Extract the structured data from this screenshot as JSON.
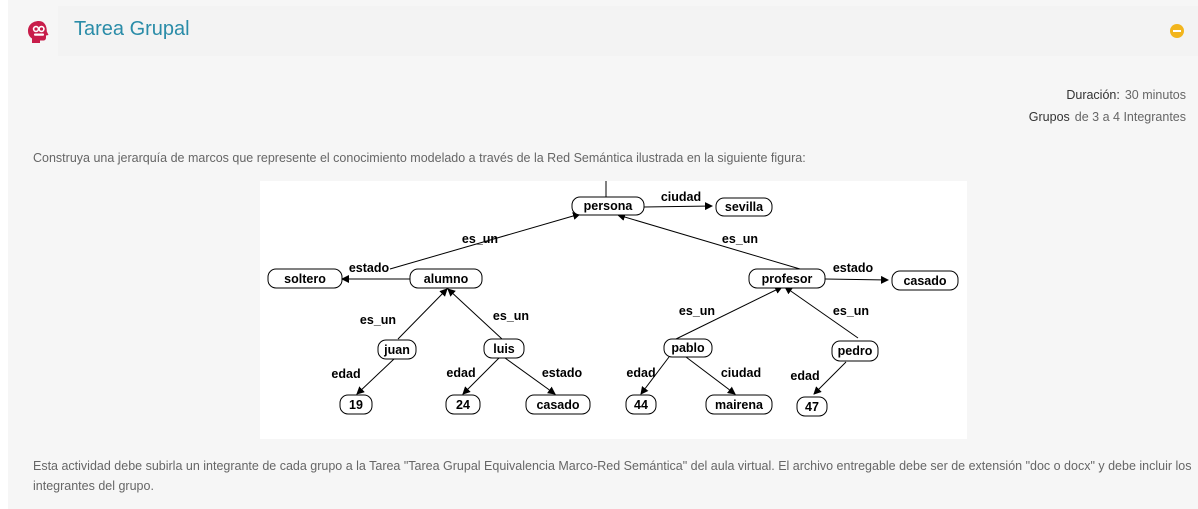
{
  "header": {
    "title": "Tarea Grupal",
    "logo_icon": "brain-icon",
    "collapse_icon": "minus-circle-icon",
    "accent": "#2a8ca8",
    "logo_color": "#c81d4a"
  },
  "meta": {
    "duracion_label": "Duración:",
    "duracion_value": "30 minutos",
    "grupos_label": "Grupos",
    "grupos_value": "de 3 a 4 Integrantes"
  },
  "intro": "Construya una jerarquía de marcos que represente el conocimiento modelado a través de la Red Semántica ilustrada en la siguiente figura:",
  "network": {
    "nodes": {
      "persona": "persona",
      "sevilla": "sevilla",
      "alumno": "alumno",
      "soltero": "soltero",
      "profesor": "profesor",
      "casado1": "casado",
      "juan": "juan",
      "luis": "luis",
      "pablo": "pablo",
      "pedro": "pedro",
      "n19": "19",
      "n24": "24",
      "casado2": "casado",
      "n44": "44",
      "mairena": "mairena",
      "n47": "47"
    },
    "edges": {
      "persona_sevilla": "ciudad",
      "alumno_persona": "es_un",
      "profesor_persona": "es_un",
      "alumno_soltero": "estado",
      "profesor_casado": "estado",
      "juan_alumno": "es_un",
      "luis_alumno": "es_un",
      "pablo_profesor": "es_un",
      "pedro_profesor": "es_un",
      "juan_19": "edad",
      "luis_24": "edad",
      "luis_casado": "estado",
      "pablo_44": "edad",
      "pablo_mairena": "ciudad",
      "pedro_47": "edad"
    }
  },
  "footer": "Esta actividad debe subirla un integrante de cada grupo a la Tarea \"Tarea Grupal Equivalencia Marco-Red Semántica\" del aula virtual. El archivo entregable debe ser de extensión \"doc o docx\" y debe incluir los integrantes del grupo."
}
